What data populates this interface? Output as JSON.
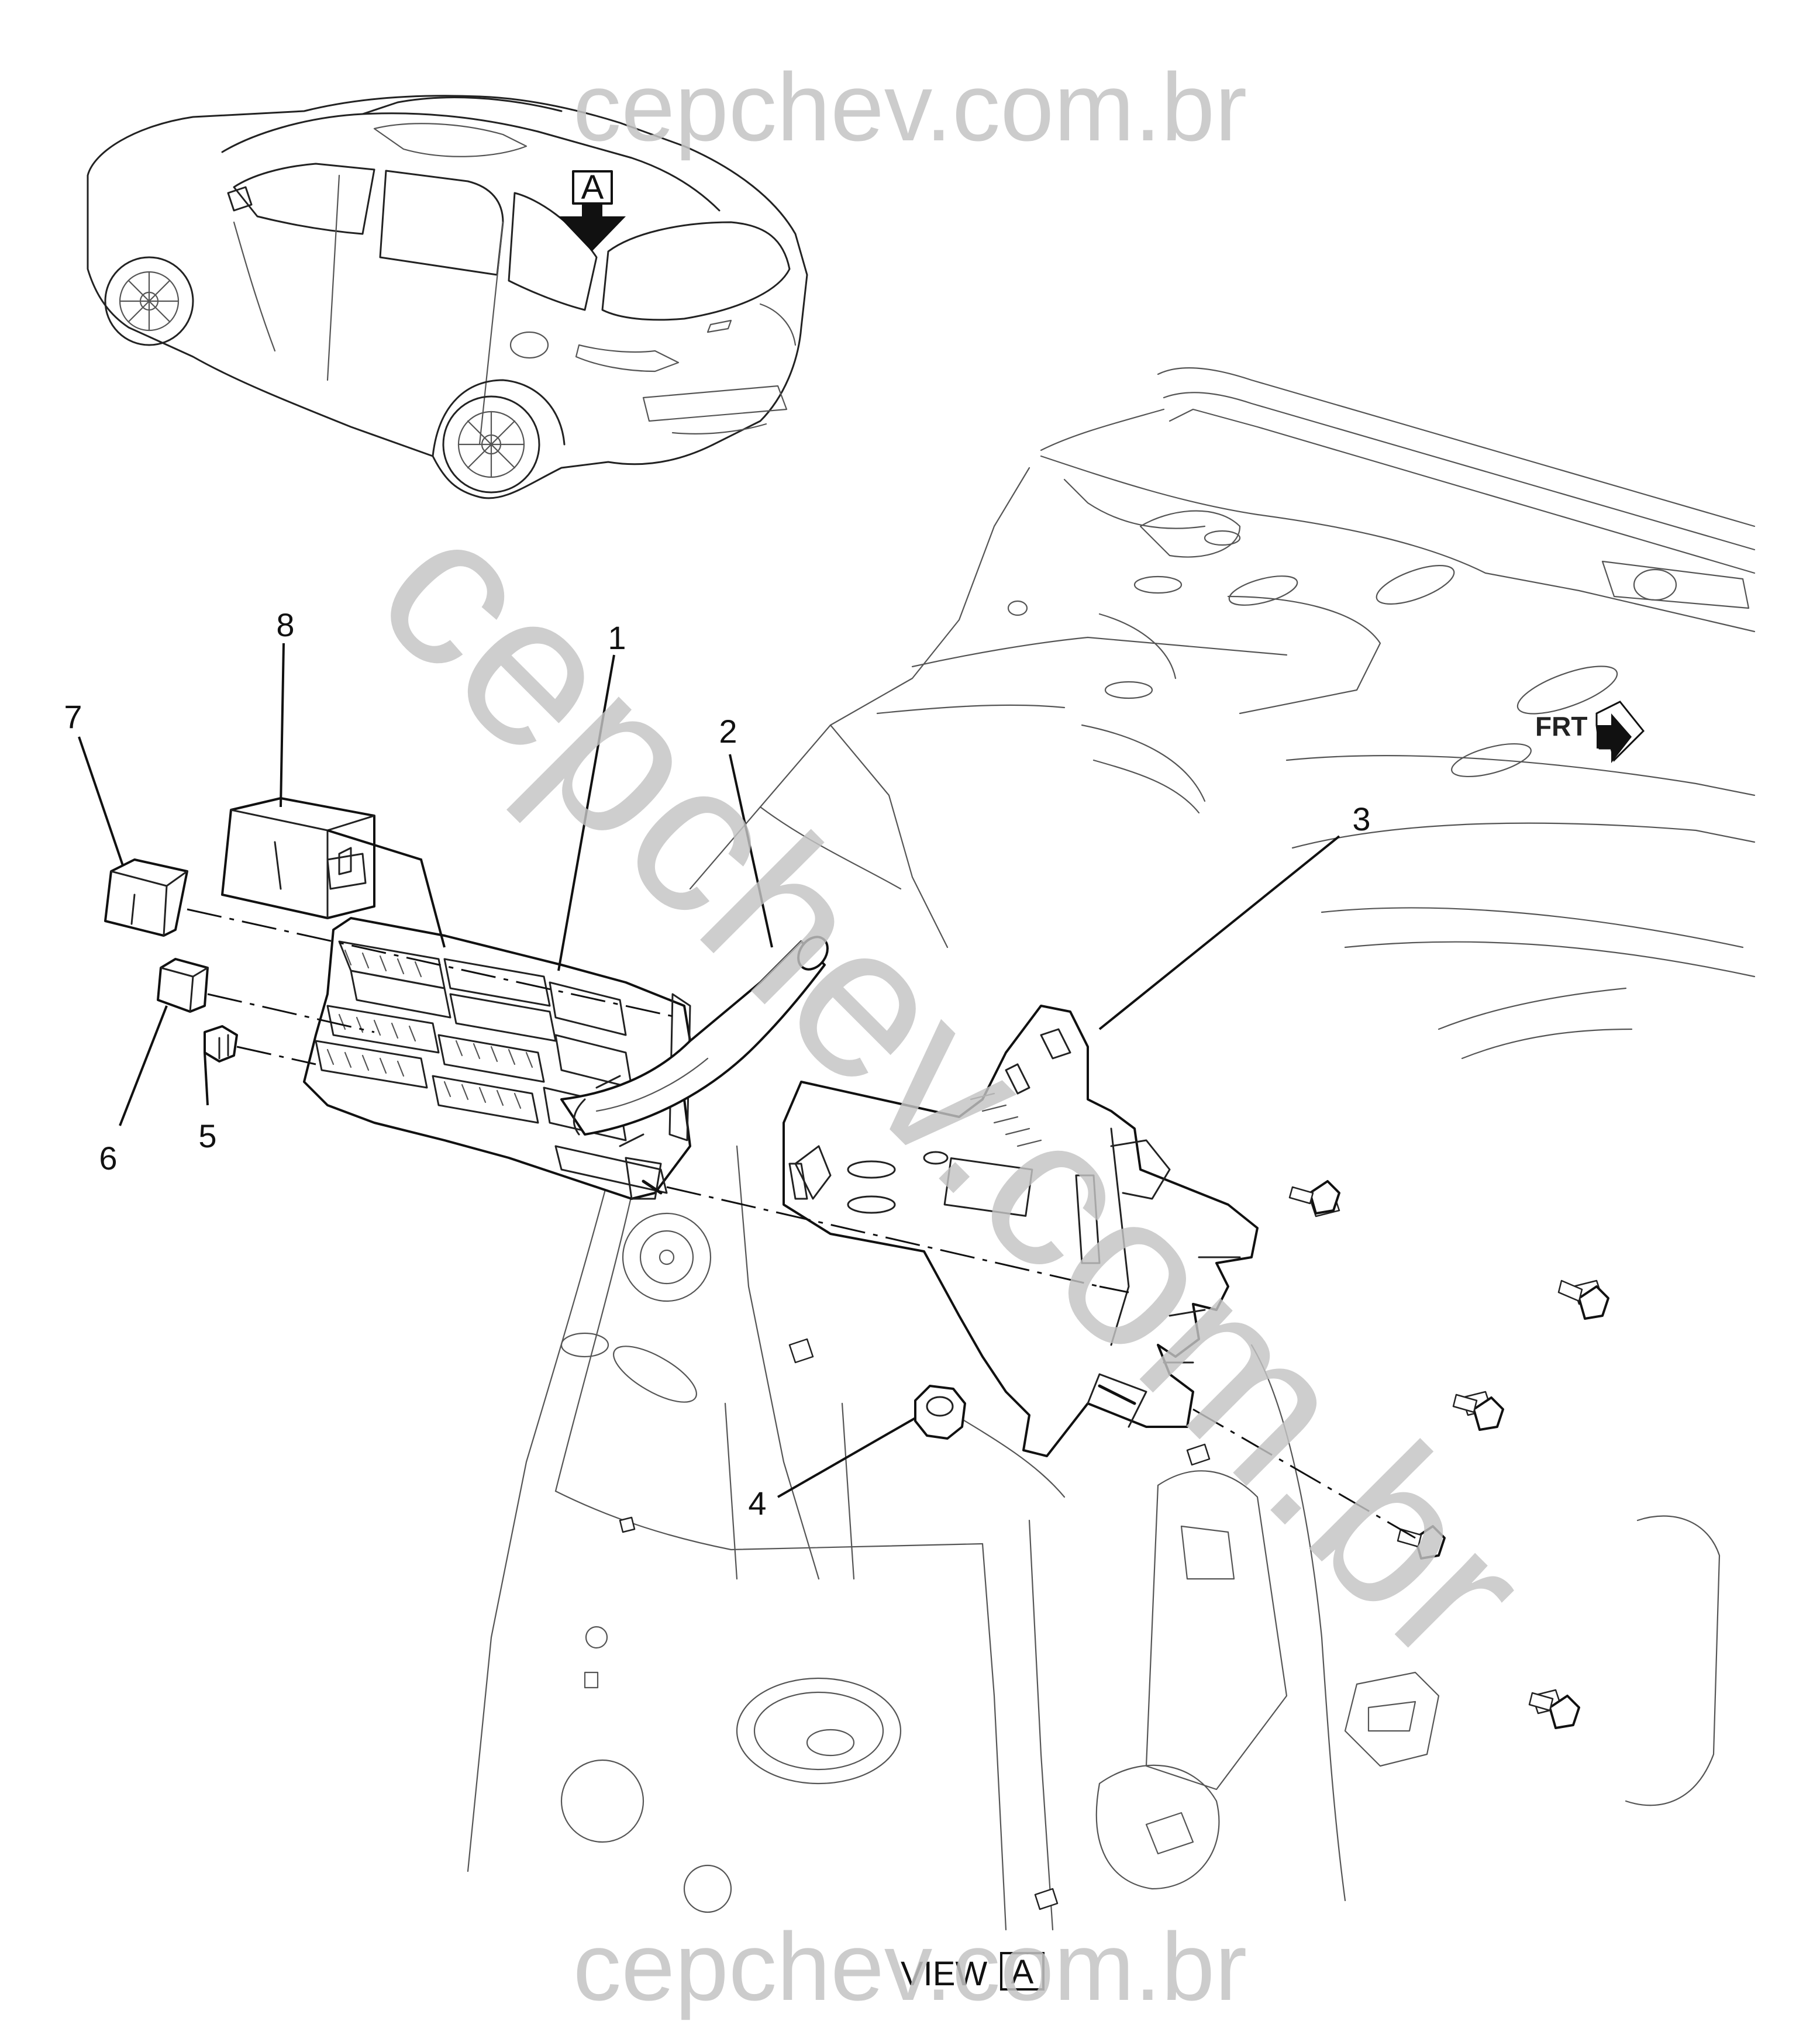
{
  "watermark": {
    "top": "cepchev.com.br",
    "bottom": "cepchev.com.br",
    "diagonal": "cepchev.com.br"
  },
  "view_indicator": {
    "letter": "A"
  },
  "view_label": {
    "text": "VIEW",
    "letter": "A"
  },
  "orientation": {
    "label": "FRT"
  },
  "callouts": [
    "1",
    "2",
    "3",
    "4",
    "5",
    "6",
    "7",
    "8"
  ],
  "colors": {
    "line": "#111111",
    "watermark": "#c4c4c4",
    "background": "#ffffff"
  }
}
